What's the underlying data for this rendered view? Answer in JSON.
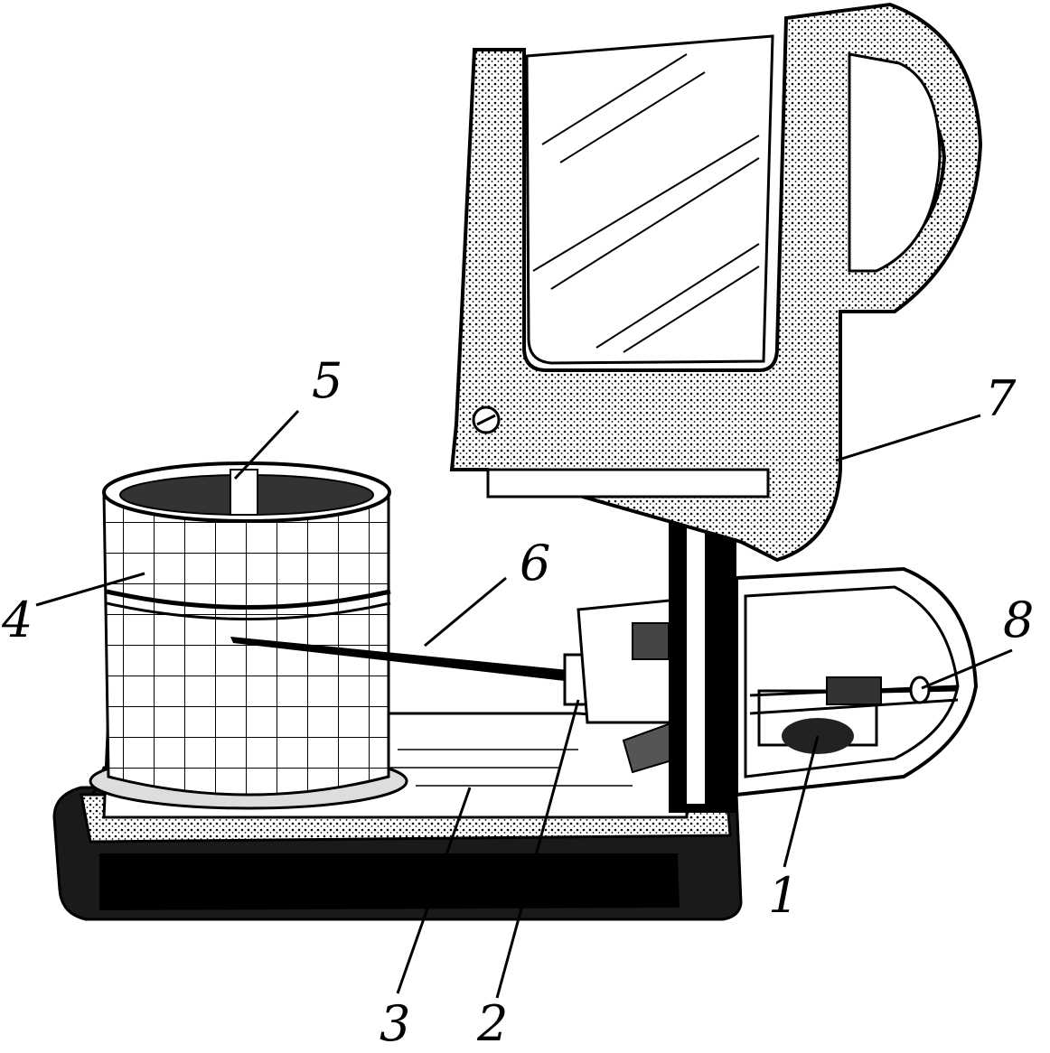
{
  "figure": {
    "callouts": [
      {
        "id": "1",
        "text": "1",
        "target": "bimetallic-element"
      },
      {
        "id": "2",
        "text": "2",
        "target": "pen-arm-axis"
      },
      {
        "id": "3",
        "text": "3",
        "target": "base"
      },
      {
        "id": "4",
        "text": "4",
        "target": "drum-chart-tape"
      },
      {
        "id": "5",
        "text": "5",
        "target": "drum"
      },
      {
        "id": "6",
        "text": "6",
        "target": "pen-arm"
      },
      {
        "id": "7",
        "text": "7",
        "target": "cover"
      },
      {
        "id": "8",
        "text": "8",
        "target": "adjusting-screw"
      }
    ]
  },
  "colors": {
    "ink": "#000000",
    "paper": "#ffffff"
  }
}
